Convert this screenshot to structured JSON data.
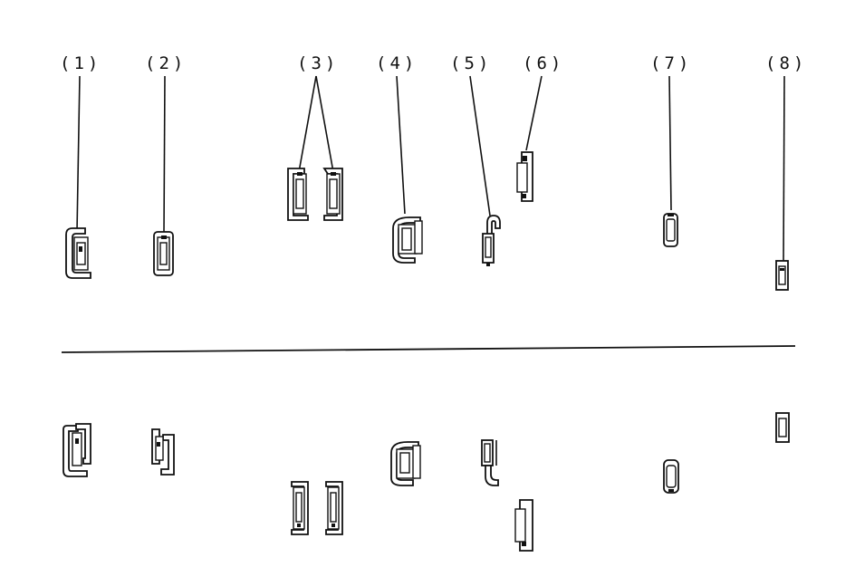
{
  "labels": [
    "(1)",
    "(2)",
    "(3)",
    "(4)",
    "(5)",
    "(6)",
    "(7)",
    "(8)"
  ]
}
